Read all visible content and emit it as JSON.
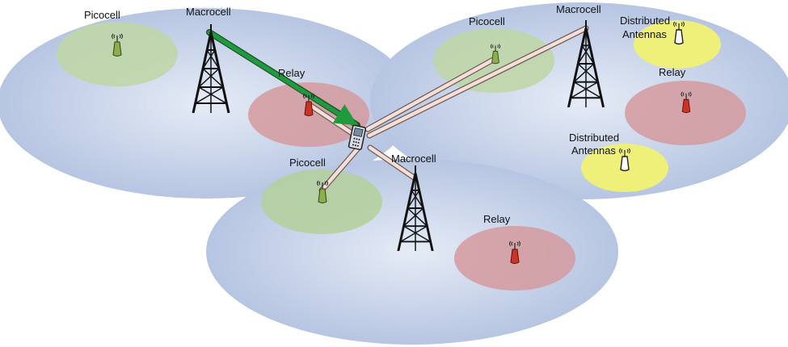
{
  "labels": {
    "picocell_left": "Picocell",
    "picocell_right": "Picocell",
    "picocell_bottom": "Picocell",
    "macrocell_left": "Macrocell",
    "macrocell_right": "Macrocell",
    "macrocell_bottom": "Macrocell",
    "relay_left": "Relay",
    "relay_right": "Relay",
    "relay_bottom": "Relay",
    "distributed_top_line1": "Distributed",
    "distributed_top_line2": "Antennas",
    "distributed_bottom_line1": "Distributed",
    "distributed_bottom_line2": "Antennas"
  },
  "colors": {
    "macro_coverage": "#c3cfe6",
    "picocell_zone": "#bfd6a8",
    "relay_zone": "#d49a9e",
    "das_zone": "#eef07a",
    "serving_link": "#1f9a3c",
    "other_link": "#f5dfd8",
    "antenna_green": "#8bb04a",
    "antenna_red": "#cc3322",
    "tower": "#111111"
  },
  "icons": {
    "macro_tower": "lattice-tower-icon",
    "pico_antenna": "small-antenna-icon",
    "device": "mobile-phone-icon"
  }
}
